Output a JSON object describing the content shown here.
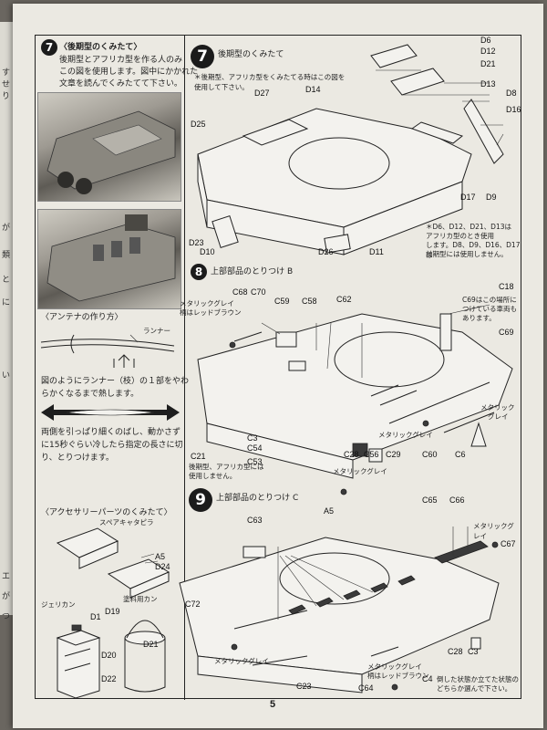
{
  "page_number": "5",
  "prev_page_fragments": [
    "すせり",
    "が",
    "類",
    "と",
    "に",
    "い",
    "エ",
    "が",
    "つ"
  ],
  "left": {
    "step7": {
      "num": "7",
      "title": "〈後期型のくみたて〉",
      "text": [
        "後期型とアフリカ型を作る人のみ",
        "この図を使用します。図中にかかれた",
        "文章を読んでくみたてて下さい。"
      ]
    },
    "antenna": {
      "title": "〈アンテナの作り方〉",
      "runner": "ランナー",
      "text1": [
        "図のようにランナー（枝）の１部をやわ",
        "らかくなるまで熱します。"
      ],
      "text2": [
        "両側を引っぱり細くのばし、動かさず",
        "に15秒ぐらい冷したら指定の長さに切",
        "り、とりつけます。"
      ]
    },
    "accessory": {
      "title": "〈アクセサリーパーツのくみたて〉",
      "spare_track": "スペアキャタピラ",
      "jerrycan": "ジェリカン",
      "bucket": "塗料用カン",
      "labels": [
        "A5",
        "D24",
        "D1",
        "D19",
        "D20",
        "D21",
        "D22"
      ]
    }
  },
  "step7": {
    "num": "7",
    "title": "後期型のくみたて",
    "note": [
      "＊後期型、アフリカ型をくみたてる時はこの図を",
      "使用して下さい。"
    ],
    "note2": [
      "＊D6、D12、D21、D13は",
      "アフリカ型のとき使用",
      "します。D8、D9、D16、D17は",
      "前期型には使用しません。"
    ],
    "labels": [
      "D6",
      "D12",
      "D21",
      "D13",
      "D8",
      "D16",
      "D27",
      "D14",
      "D25",
      "D23",
      "D10",
      "D26",
      "D11",
      "D17",
      "D9"
    ]
  },
  "step8": {
    "num": "8",
    "title": "上部部品のとりつけ B",
    "metallic_grey": "メタリックグレイ",
    "red_brown_note": "柄はレッドブラウン",
    "metallic_grey_short": [
      "メタリック",
      "グレイ"
    ],
    "c69_note": [
      "C69はこの場所に",
      "つけている車両も",
      "あります。"
    ],
    "c53_note": [
      "後期型、アフリカ型には",
      "使用しません。"
    ],
    "labels": [
      "C68",
      "C70",
      "C59",
      "C58",
      "C62",
      "C18",
      "C69",
      "C3",
      "C54",
      "C53",
      "C21",
      "C28",
      "C56",
      "C29",
      "C60",
      "C6"
    ]
  },
  "step9": {
    "num": "9",
    "title": "上部部品のとりつけ C",
    "metallic_grey": "メタリックグレイ",
    "note": [
      "倒した状態か立てた状態の",
      "どちらか選んで下さい。"
    ],
    "grip_note": "柄はレッドブラウン",
    "labels": [
      "A5",
      "C65",
      "C66",
      "C63",
      "C67",
      "C72",
      "C28",
      "C3",
      "C23",
      "C64",
      "C4"
    ]
  }
}
